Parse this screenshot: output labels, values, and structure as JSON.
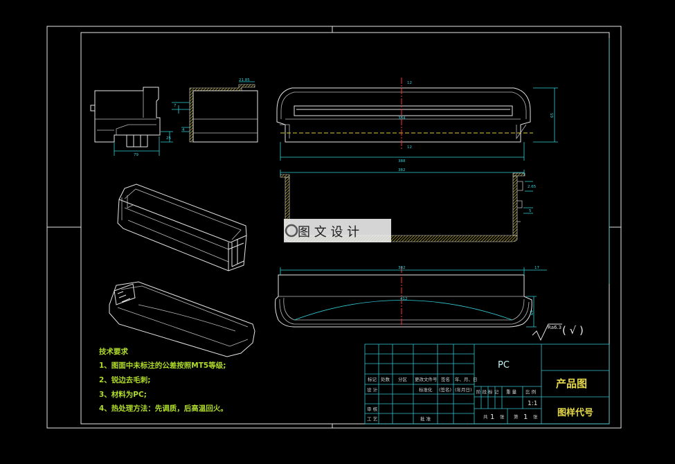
{
  "watermark": {
    "text": "图 文 设 计"
  },
  "technical_requirements": {
    "heading": "技术要求",
    "items": [
      "1、图面中未标注的公差按照MT5等级;",
      "2、锐边去毛刺;",
      "3、材料为PC;",
      "4、热处理方法：先调质，后高温回火。"
    ]
  },
  "surface_roughness": {
    "value": "Ra6.3",
    "other": "( √ )"
  },
  "title_block": {
    "material": "PC",
    "drawing_name": "产品图",
    "drawing_code_label": "图样代号",
    "headers": {
      "mark": "标记",
      "count": "处数",
      "zone": "分区",
      "change_doc": "更改文件号",
      "signature": "签名",
      "date": "年、月、日"
    },
    "design": "设 计",
    "standardization": "标准化",
    "sign_placeholder": "(签名)",
    "date_placeholder": "(年月日)",
    "review": "审 核",
    "process": "工 艺",
    "approve": "批 准",
    "stage_mark": "阶 段 标 记",
    "weight": "重 量",
    "scale_label": "比 例",
    "scale": "1:1",
    "sheets": {
      "total_label": "共",
      "total": "1",
      "total_unit": "张",
      "current_label": "第",
      "current": "1",
      "current_unit": "张"
    }
  },
  "dimensions": {
    "front_width": "79",
    "front_top": "7",
    "front_mid": "4",
    "front_side": "25",
    "side_top": "21.85",
    "plan_center_top": "12",
    "plan_inner_length": "384",
    "plan_outer_length": "388",
    "plan_height": "65",
    "plan_center_bottom": "12",
    "section_length": "382",
    "section_wall": "2.65",
    "section_step": "5",
    "elev_length": "382",
    "elev_offset": "17",
    "elev_height": "65",
    "elev_arc": "412"
  },
  "colors": {
    "background": "#000000",
    "outline": "#e6e6e6",
    "dimension": "#33cfd8",
    "center_line": "#ff2f2f",
    "hatch": "#e4d13a",
    "requirements_text": "#b0dc2a"
  }
}
